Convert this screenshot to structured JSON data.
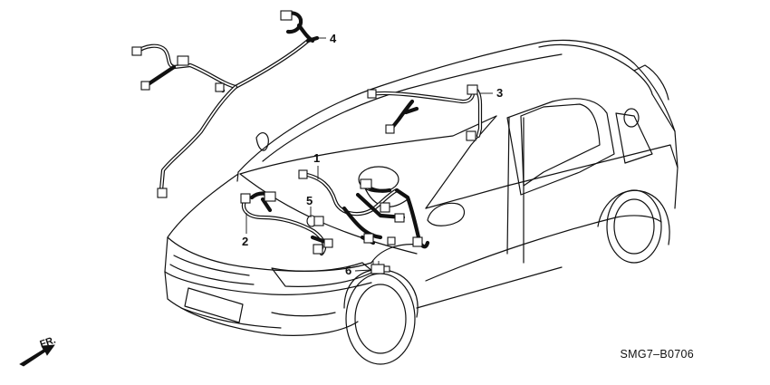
{
  "diagram": {
    "code": "SMG7‒B0706",
    "direction_label": "FR.",
    "callouts": [
      {
        "id": "1",
        "label": "1"
      },
      {
        "id": "2",
        "label": "2"
      },
      {
        "id": "3",
        "label": "3"
      },
      {
        "id": "4",
        "label": "4"
      },
      {
        "id": "5",
        "label": "5"
      },
      {
        "id": "6",
        "label": "6"
      }
    ]
  }
}
